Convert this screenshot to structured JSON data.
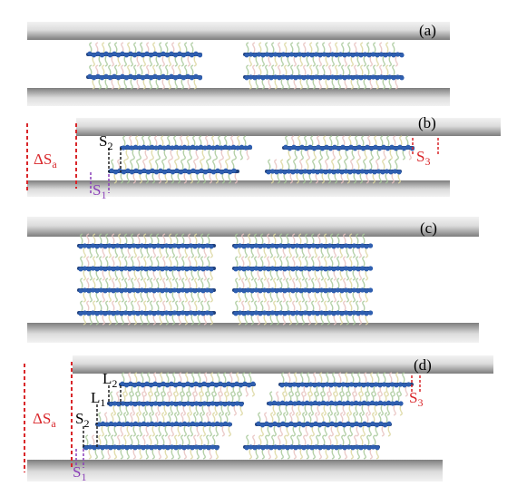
{
  "panels": [
    {
      "id": "a",
      "label": "(a)"
    },
    {
      "id": "b",
      "label": "(b)",
      "delta": {
        "sym": "ΔS",
        "sub": "a"
      },
      "s1": {
        "sym": "S",
        "sub": "1"
      },
      "s2": {
        "sym": "S",
        "sub": "2"
      },
      "s3": {
        "sym": "S",
        "sub": "3"
      }
    },
    {
      "id": "c",
      "label": "(c)"
    },
    {
      "id": "d",
      "label": "(d)",
      "delta": {
        "sym": "ΔS",
        "sub": "a"
      },
      "s1": {
        "sym": "S",
        "sub": "1"
      },
      "s2": {
        "sym": "S",
        "sub": "2"
      },
      "s3": {
        "sym": "S",
        "sub": "3"
      },
      "l1": {
        "sym": "L",
        "sub": "1"
      },
      "l2": {
        "sym": "L",
        "sub": "2"
      }
    }
  ],
  "colors": {
    "surface_dark": "#8c8c8c",
    "surface_light": "#efefef",
    "chain_blue": "#2f5fb0",
    "chain_dark": "#1f3f7a",
    "tail_green": "#a8c99a",
    "tail_pink": "#e7c2c0",
    "tail_yellow": "#dcd7a0",
    "red_guide": "#d9262a",
    "purple_guide": "#8a3fb8",
    "black_guide": "#222222"
  }
}
